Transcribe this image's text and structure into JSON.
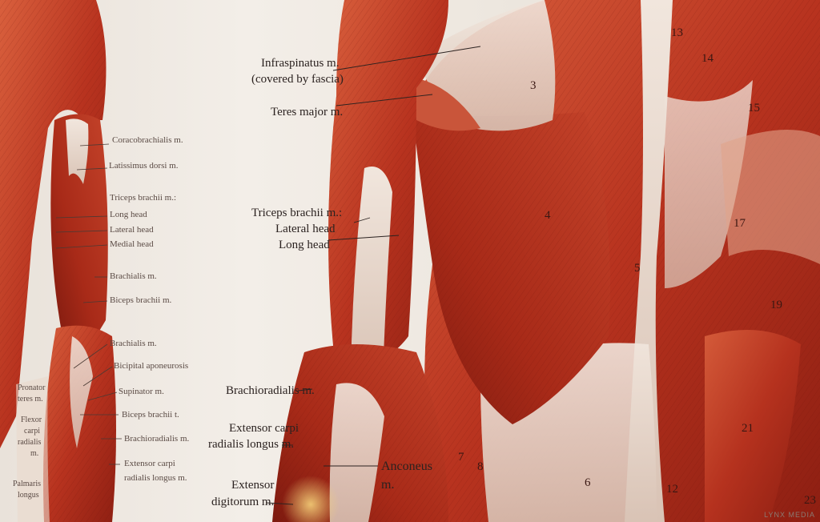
{
  "colors": {
    "paper": "#efe9e2",
    "muscle_dark": "#8e1f12",
    "muscle_mid": "#c2452a",
    "muscle_light": "#e07a55",
    "tendon": "#eadbd0",
    "ink": "#2b2220"
  },
  "left_figure_labels": [
    "Coracobrachialis m.",
    "Latissimus dorsi m.",
    "Triceps brachii m.:",
    "Long head",
    "Lateral head",
    "Medial head",
    "Brachialis m.",
    "Biceps brachii m.",
    "Brachialis m.",
    "Bicipital aponeurosis",
    "Supinator m.",
    "Biceps brachii t.",
    "Brachioradialis m.",
    "Extensor carpi",
    "radialis longus m."
  ],
  "left_edge_labels": [
    "Pronator",
    "teres m.",
    "Flexor",
    "carpi",
    "radialis",
    "m.",
    "Palmaris",
    "longus"
  ],
  "main_labels": {
    "infraspinatus_1": "Infraspinatus m.",
    "infraspinatus_2": "(covered by fascia)",
    "teres_major": "Teres major m.",
    "triceps": "Triceps brachii  m.:",
    "lateral_head": "Lateral head",
    "long_head": "Long head",
    "brachioradialis": "Brachioradialis m.",
    "ecrl_1": "Extensor carpi",
    "ecrl_2": "radialis longus m.",
    "ed_1": "Extensor",
    "ed_2": "digitorum m.",
    "anconeus_1": "Anconeus",
    "anconeus_2": "m."
  },
  "numbers": {
    "n3": "3",
    "n4": "4",
    "n5": "5",
    "n6": "6",
    "n7": "7",
    "n8": "8",
    "n12": "12",
    "n13": "13",
    "n14": "14",
    "n15": "15",
    "n17": "17",
    "n19": "19",
    "n21": "21",
    "n23": "23"
  },
  "watermark": "LYNX MEDIA"
}
